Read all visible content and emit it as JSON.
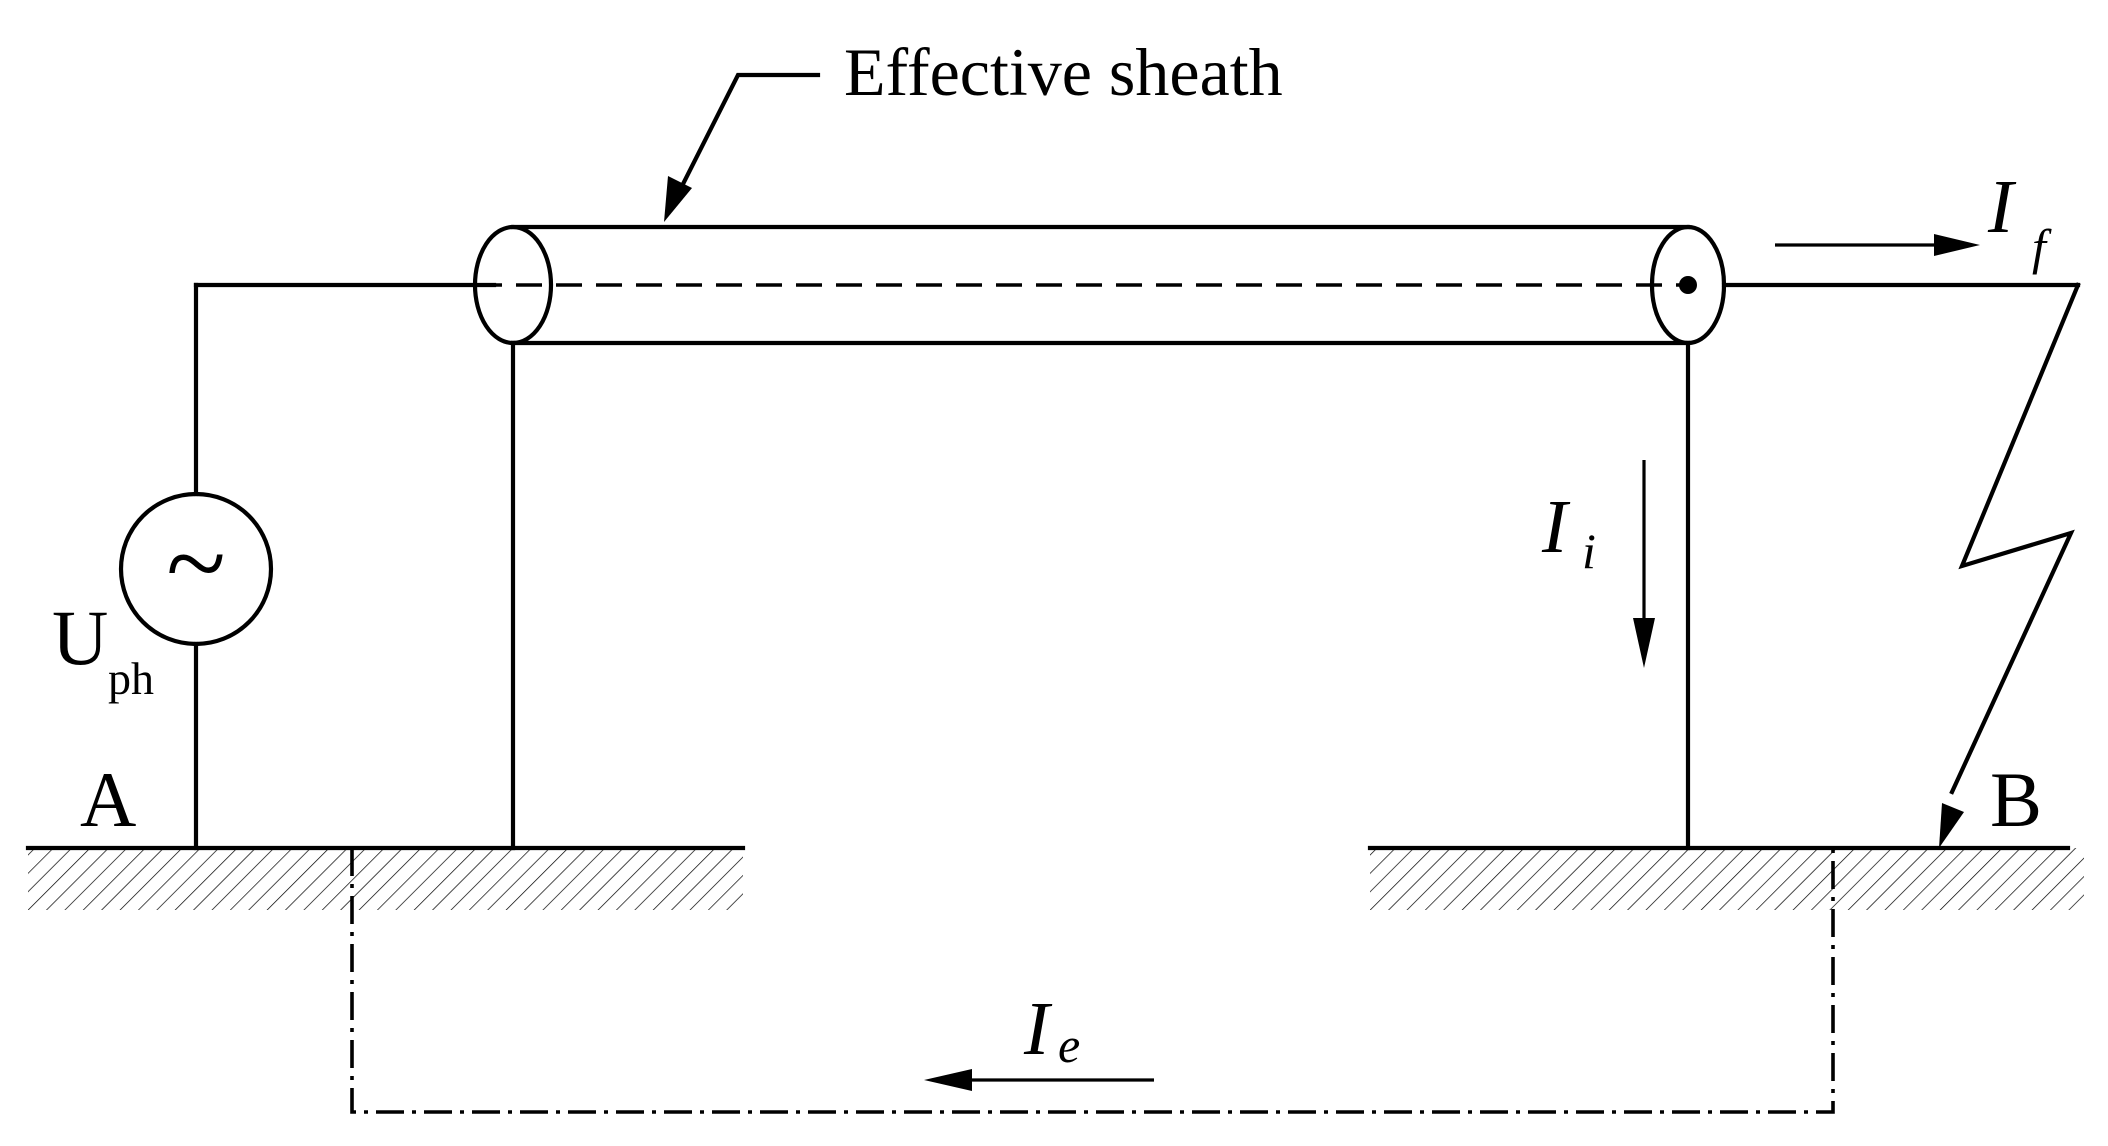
{
  "labels": {
    "sheath": "Effective sheath",
    "source_main": "U",
    "source_sub": "ph",
    "source_symbol": "~",
    "node_a": "A",
    "node_b": "B",
    "fault_current_main": "I",
    "fault_current_sub": "f",
    "inner_current_main": "I",
    "inner_current_sub": "i",
    "earth_current_main": "I",
    "earth_current_sub": "e"
  }
}
